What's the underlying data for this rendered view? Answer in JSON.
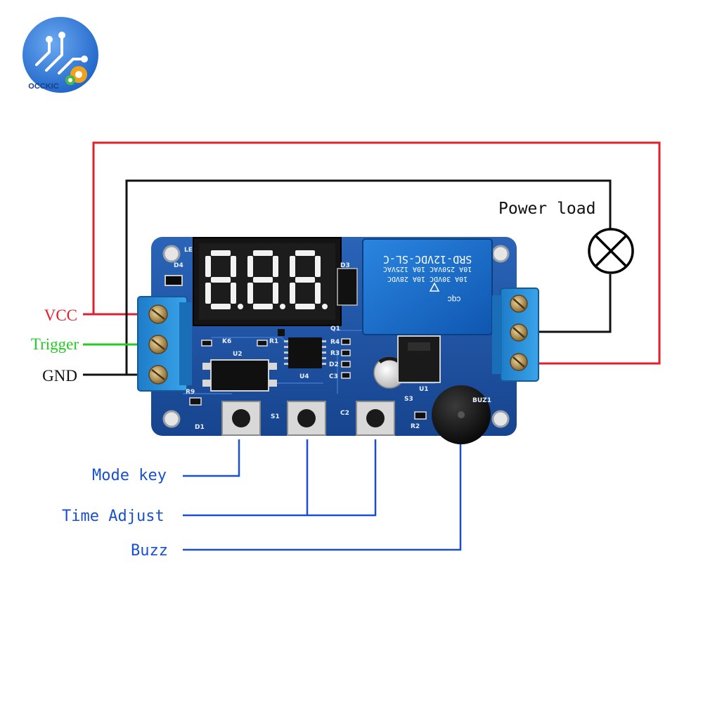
{
  "logo": {
    "text": "OCCKIC"
  },
  "labels": {
    "power_load": "Power load",
    "vcc": "VCC",
    "trigger": "Trigger",
    "gnd": "GND",
    "mode_key": "Mode key",
    "time_adjust": "Time Adjust",
    "buzz": "Buzz"
  },
  "display": {
    "digits": [
      "8.",
      "8.",
      "8."
    ]
  },
  "relay": {
    "model": "SRD-12VDC-SL-C",
    "rating_1": "10A 250VAC  10A 125VAC",
    "rating_2": "10A 30VDC   10A 28VDC",
    "brand": "cqc"
  },
  "silkscreen": {
    "led": "LED",
    "d4": "D4",
    "k6": "K6",
    "r1": "R1",
    "u2": "U2",
    "u4": "U4",
    "d3": "D3",
    "q1": "Q1",
    "r4": "R4",
    "r3": "R3",
    "d2": "D2",
    "c3": "C3",
    "r9": "R9",
    "d1": "D1",
    "s1": "S1",
    "c2": "C2",
    "s3": "S3",
    "r2": "R2",
    "u1": "U1",
    "buz1": "BUZ1"
  },
  "colors": {
    "vcc_wire": "#e0202c",
    "gnd_wire": "#111111",
    "trigger_wire": "#22cc22",
    "callout": "#1a4fd0",
    "pcb": "#1f55a8",
    "terminal": "#2a8fd6",
    "relay": "#1466c4"
  }
}
